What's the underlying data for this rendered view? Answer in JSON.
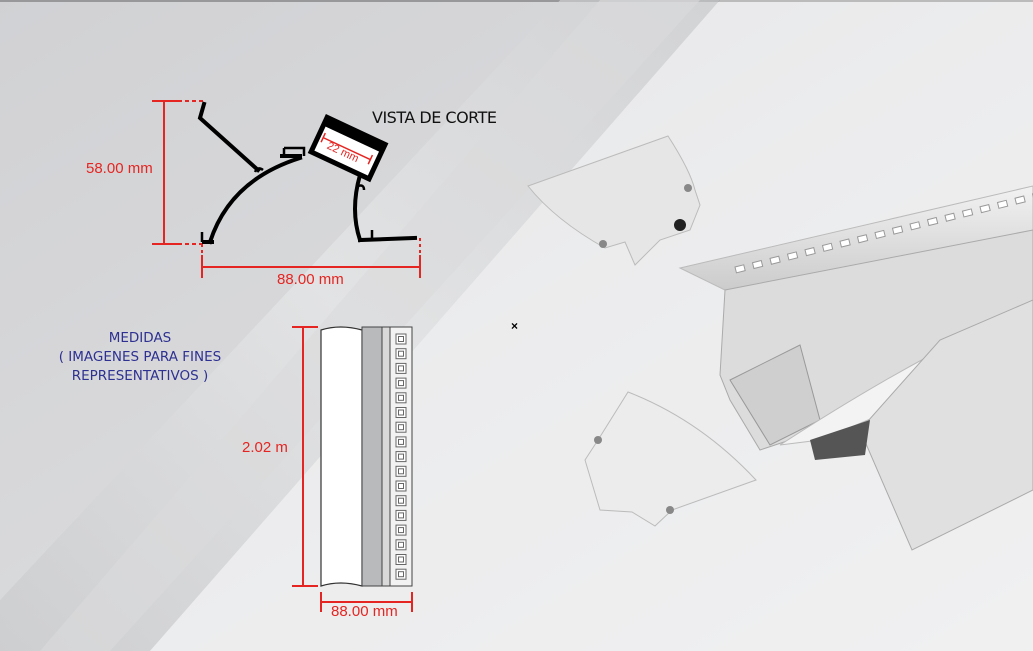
{
  "section_view": {
    "title": "VISTA DE CORTE",
    "height_label": "58.00 mm",
    "width_label": "88.00 mm",
    "diffuser_label": "22 mm"
  },
  "front_view": {
    "length_label": "2.02 m",
    "width_label": "88.00 mm"
  },
  "notes": {
    "line1": "MEDIDAS",
    "line2": "( IMAGENES  PARA  FINES",
    "line3": "REPRESENTATIVOS )"
  },
  "cursor": {
    "symbol": "×"
  },
  "colors": {
    "dimension": "#e52521",
    "notes": "#2e3192",
    "profile": "#000000"
  }
}
